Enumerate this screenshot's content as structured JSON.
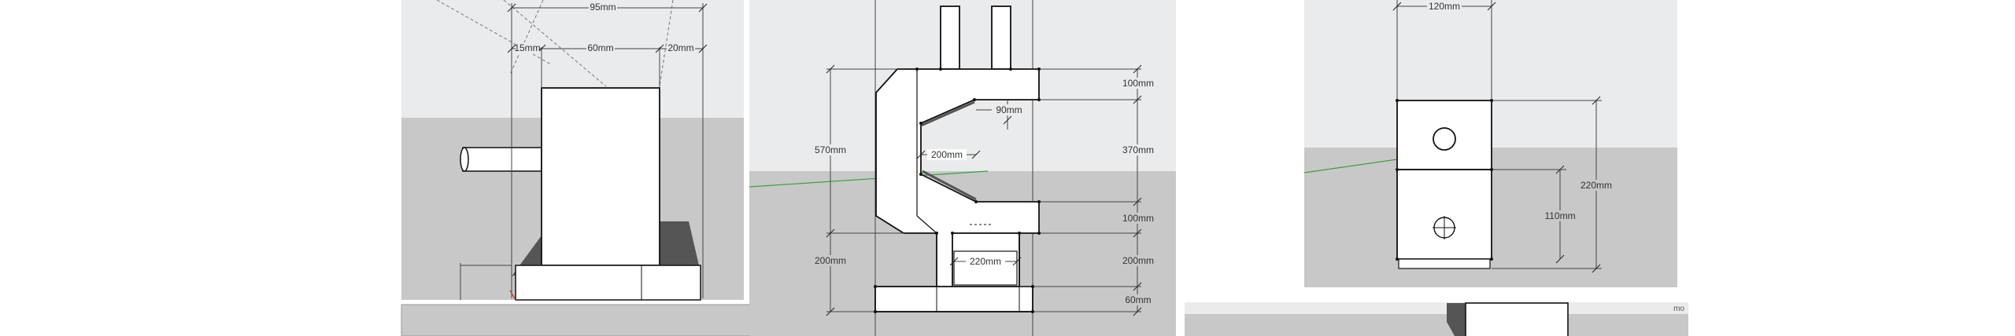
{
  "colors": {
    "background": "#ffffff",
    "sky": "#e9ebed",
    "ground": "#c8c8c8",
    "model_fill": "#ffffff",
    "line": "#111111",
    "dimension": "#333333",
    "axis_green": "#3aa23a",
    "shadow": "#555555"
  },
  "panels": {
    "side": {
      "dims": {
        "overall_width": "95mm",
        "left_wall": "15mm",
        "middle": "60mm",
        "right_wall": "20mm"
      }
    },
    "section": {
      "dims": {
        "total_height": "570mm",
        "top_band": "100mm",
        "inner_step": "90mm",
        "middle_band": "370mm",
        "inner_width": "200mm",
        "lower_band": "100mm",
        "left_base": "200mm",
        "base_inner": "220mm",
        "right_base": "200mm",
        "foot": "60mm"
      }
    },
    "front": {
      "dims": {
        "width": "120mm",
        "height": "220mm",
        "lower_height": "110mm"
      }
    },
    "bottom_right": {
      "corner_text": "mo"
    }
  }
}
